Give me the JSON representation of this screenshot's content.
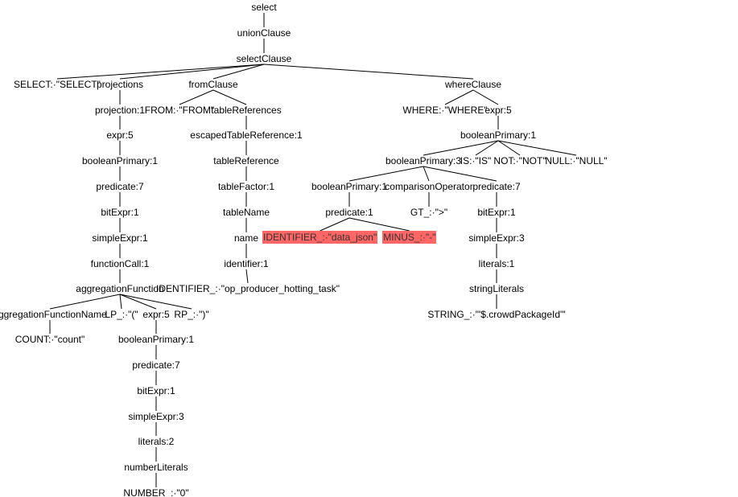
{
  "highlight_color": "#ff6666",
  "nodes": [
    "select",
    "unionClause",
    "selectClause",
    "SELECT:·\"SELECT\"",
    "projections",
    "fromClause",
    "whereClause",
    "projection:1",
    "FROM:·\"FROM\"",
    "tableReferences",
    "WHERE:·\"WHERE\"",
    "expr:5",
    "expr:5",
    "escapedTableReference:1",
    "booleanPrimary:1",
    "booleanPrimary:1",
    "tableReference",
    "booleanPrimary:3",
    "IS:·\"IS\"",
    "NOT:·\"NOT\"",
    "NULL:·\"NULL\"",
    "predicate:7",
    "tableFactor:1",
    "booleanPrimary:1",
    "comparisonOperator",
    "predicate:7",
    "bitExpr:1",
    "tableName",
    "predicate:1",
    "GT_:·\">\"",
    "bitExpr:1",
    "simpleExpr:1",
    "name",
    "IDENTIFIER_:·\"data_json\"",
    "MINUS_:·\"-\"",
    "simpleExpr:3",
    "functionCall:1",
    "identifier:1",
    "literals:1",
    "aggregationFunction",
    "IDENTIFIER_:·\"op_producer_hotting_task\"",
    "stringLiterals",
    "aggregationFunctionName",
    "LP_:·\"(\"",
    "expr:5",
    "RP_:·\")\"",
    "STRING_:·\"'$.crowdPackageId'\"",
    "COUNT:·\"count\"",
    "booleanPrimary:1",
    "predicate:7",
    "bitExpr:1",
    "simpleExpr:3",
    "literals:2",
    "numberLiterals",
    "NUMBER_:·\"0\""
  ],
  "edges": [
    [
      0,
      1
    ],
    [
      1,
      2
    ],
    [
      2,
      3
    ],
    [
      2,
      4
    ],
    [
      2,
      5
    ],
    [
      2,
      6
    ],
    [
      4,
      7
    ],
    [
      5,
      8
    ],
    [
      5,
      9
    ],
    [
      6,
      10
    ],
    [
      6,
      11
    ],
    [
      7,
      12
    ],
    [
      9,
      13
    ],
    [
      11,
      14
    ],
    [
      12,
      15
    ],
    [
      13,
      16
    ],
    [
      14,
      17
    ],
    [
      14,
      18
    ],
    [
      14,
      19
    ],
    [
      14,
      20
    ],
    [
      15,
      21
    ],
    [
      16,
      22
    ],
    [
      17,
      23
    ],
    [
      17,
      24
    ],
    [
      17,
      25
    ],
    [
      21,
      26
    ],
    [
      22,
      27
    ],
    [
      23,
      28
    ],
    [
      24,
      29
    ],
    [
      25,
      30
    ],
    [
      26,
      31
    ],
    [
      27,
      32
    ],
    [
      28,
      33
    ],
    [
      28,
      34
    ],
    [
      30,
      35
    ],
    [
      31,
      36
    ],
    [
      32,
      37
    ],
    [
      35,
      38
    ],
    [
      36,
      39
    ],
    [
      37,
      40
    ],
    [
      38,
      41
    ],
    [
      39,
      42
    ],
    [
      39,
      43
    ],
    [
      39,
      44
    ],
    [
      39,
      45
    ],
    [
      41,
      46
    ],
    [
      42,
      47
    ],
    [
      44,
      48
    ],
    [
      48,
      49
    ],
    [
      49,
      50
    ],
    [
      50,
      51
    ],
    [
      51,
      52
    ],
    [
      52,
      53
    ],
    [
      53,
      54
    ]
  ]
}
